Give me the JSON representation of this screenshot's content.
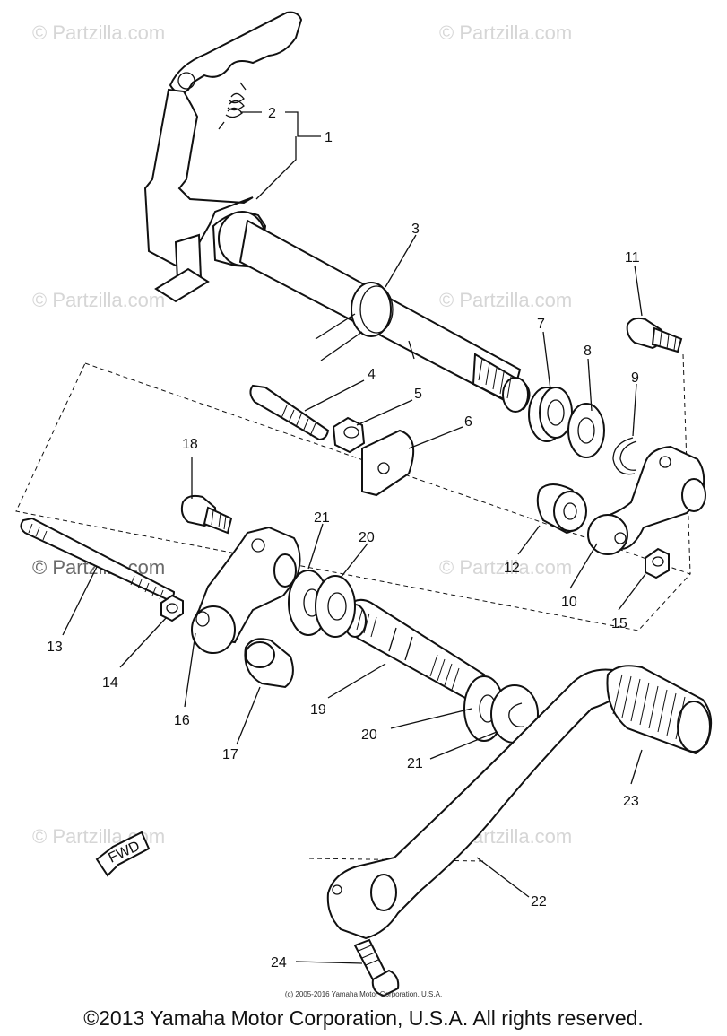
{
  "watermark": {
    "text": "© Partzilla.com"
  },
  "callouts": {
    "l1": "1",
    "l2": "2",
    "l3": "3",
    "l4": "4",
    "l5": "5",
    "l6": "6",
    "l7": "7",
    "l8": "8",
    "l9": "9",
    "l10": "10",
    "l11": "11",
    "l12": "12",
    "l13": "13",
    "l14": "14",
    "l15": "15",
    "l16": "16",
    "l17": "17",
    "l18": "18",
    "l19": "19",
    "l20a": "20",
    "l20b": "20",
    "l21a": "21",
    "l21b": "21",
    "l22": "22",
    "l23": "23",
    "l24": "24"
  },
  "fwd_mark": "FWD",
  "footer": {
    "small_copyright": "(c) 2005-2016 Yamaha Motor Corporation, U.S.A.",
    "copyright": "©2013 Yamaha Motor Corporation, U.S.A. All rights reserved."
  },
  "colors": {
    "line": "#111111",
    "watermark": "#d6d6d6",
    "background": "#ffffff"
  }
}
